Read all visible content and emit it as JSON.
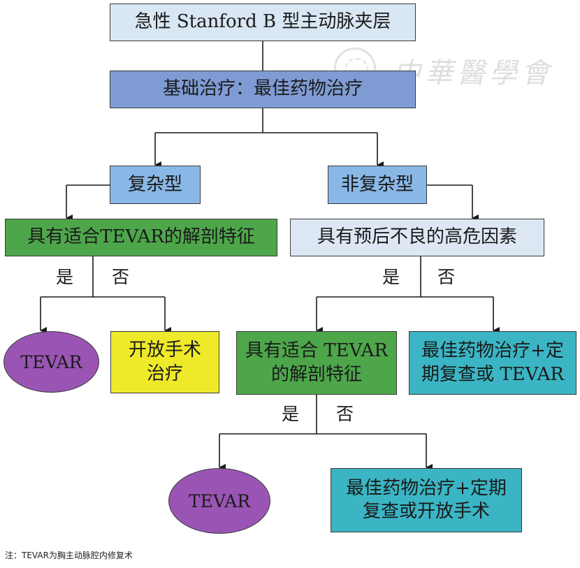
{
  "colors": {
    "top": "#d9e6f3",
    "baseline": "#7f9bd3",
    "category": "#8ab8e6",
    "green": "#4ea64a",
    "light": "#dde7f4",
    "purple": "#9a55b4",
    "yellow": "#eeea2a",
    "teal": "#3bb5c4"
  },
  "nodes": {
    "title": "急性 Stanford B 型主动脉夹层",
    "baseline": "基础治疗：最佳药物治疗",
    "complicated": "复杂型",
    "uncomplicated": "非复杂型",
    "anatomy_left": "具有适合TEVAR的解剖特征",
    "high_risk": "具有预后不良的高危因素",
    "tevar_1": "TEVAR",
    "open_surgery": [
      "开放手术",
      "治疗"
    ],
    "anatomy_right": [
      "具有适合 TEVAR",
      "的解剖特征"
    ],
    "omt_or_tevar": [
      "最佳药物治疗+定",
      "期复查或 TEVAR"
    ],
    "tevar_2": "TEVAR",
    "omt_or_open": [
      "最佳药物治疗+定期",
      "复查或开放手术"
    ]
  },
  "branches": {
    "yes": "是",
    "no": "否"
  },
  "watermark": {
    "text": "中華醫學會"
  },
  "footnote": "注：TEVAR为胸主动脉腔内修复术"
}
